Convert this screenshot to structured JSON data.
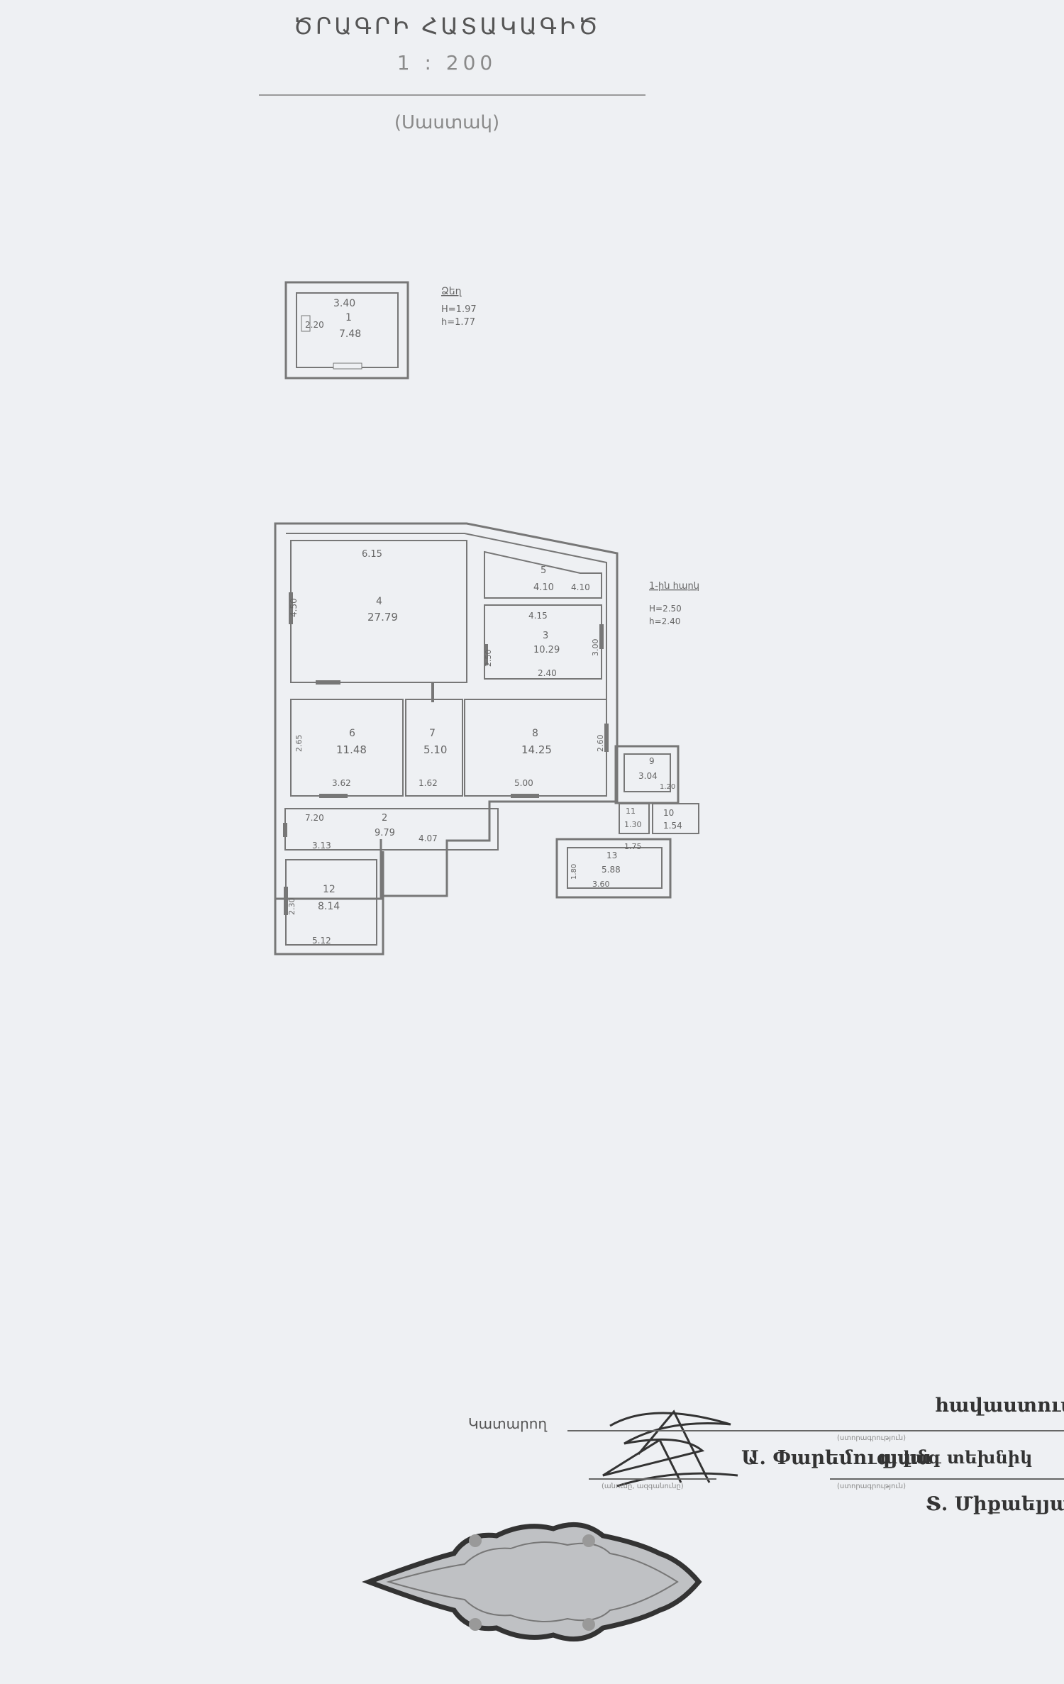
{
  "header": {
    "title": "ԾՐԱԳՐԻ ՀԱՏԱԿԱԳԻԾ",
    "scale": "1 : 200",
    "subtitle": "(Սաստակ)"
  },
  "plan": {
    "attic": {
      "title": "Ձեղ",
      "heights": [
        "H=1.97",
        "h=1.77"
      ],
      "dims": {
        "top": "3.40",
        "side": "2.20"
      },
      "room": {
        "number": "1",
        "area": "7.48"
      }
    },
    "floor": {
      "title": "1-ին հարկ",
      "heights": [
        "H=2.50",
        "h=2.40"
      ],
      "rooms": [
        {
          "id": "r4",
          "number": "4",
          "area": "27.79"
        },
        {
          "id": "r5",
          "number": "5",
          "area": "4.10"
        },
        {
          "id": "r3",
          "number": "3",
          "area": "10.29"
        },
        {
          "id": "r6",
          "number": "6",
          "area": "11.48"
        },
        {
          "id": "r7",
          "number": "7",
          "area": "5.10"
        },
        {
          "id": "r8",
          "number": "8",
          "area": "14.25"
        },
        {
          "id": "r9",
          "number": "9",
          "area": "3.04"
        },
        {
          "id": "r10",
          "number": "10",
          "area": "1.54"
        },
        {
          "id": "r11",
          "number": "11",
          "area": "1.30"
        },
        {
          "id": "r2",
          "number": "2",
          "area": "9.79"
        },
        {
          "id": "r13",
          "number": "13",
          "area": "5.88"
        },
        {
          "id": "r12",
          "number": "12",
          "area": "8.14"
        }
      ],
      "dims": {
        "d_615": "6.15",
        "d_410": "4.10",
        "d_415": "4.15",
        "d_240": "2.40",
        "d_362": "3.62",
        "d_162": "1.62",
        "d_500": "5.00",
        "d_720": "7.20",
        "d_313": "3.13",
        "d_407": "4.07",
        "d_512": "5.12",
        "d_175": "1.75",
        "d_360": "3.60",
        "d_120": "1.20",
        "d_v450": "4.50",
        "d_v250": "2.50",
        "d_v300": "3.00",
        "d_v265": "2.65",
        "d_v260": "2.60",
        "d_v230": "2.30",
        "d_v180": "1.80"
      }
    }
  },
  "signatures": {
    "performer_label": "Կատարող",
    "performer_name": "Ա. Փարեմուզյան",
    "performer_role": "ավագ տեխնիկ",
    "performer_caption": "(անունը, ազգանունը)",
    "title_caption": "(ստորագրություն)",
    "checker_role": "Տ. Միքաելյան",
    "top_right": "հավաստում"
  }
}
